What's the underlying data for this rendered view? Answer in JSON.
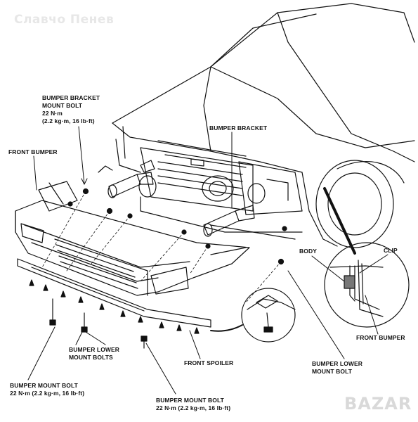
{
  "watermark": "Славчо Пенев",
  "corner_logo": "BAZAR",
  "labels": {
    "bracket_bolt": {
      "line1": "BUMPER BRACKET",
      "line2": "MOUNT BOLT",
      "line3": "22 N·m",
      "line4": "(2.2 kg·m, 16 lb·ft)"
    },
    "front_bumper_left": "FRONT BUMPER",
    "bumper_bracket": "BUMPER BRACKET",
    "body": "BODY",
    "clip": "CLIP",
    "front_bumper_right": "FRONT BUMPER",
    "lower_bolts": {
      "line1": "BUMPER LOWER",
      "line2": "MOUNT BOLTS"
    },
    "front_spoiler": "FRONT SPOILER",
    "lower_bolt_right": {
      "line1": "BUMPER LOWER",
      "line2": "MOUNT BOLT"
    },
    "mount_bolt_left": {
      "line1": "BUMPER MOUNT BOLT",
      "line2": "22 N·m (2.2 kg·m, 16 lb·ft)"
    },
    "mount_bolt_bottom": {
      "line1": "BUMPER MOUNT BOLT",
      "line2": "22 N·m (2.2 kg·m, 16 lb·ft)"
    }
  }
}
